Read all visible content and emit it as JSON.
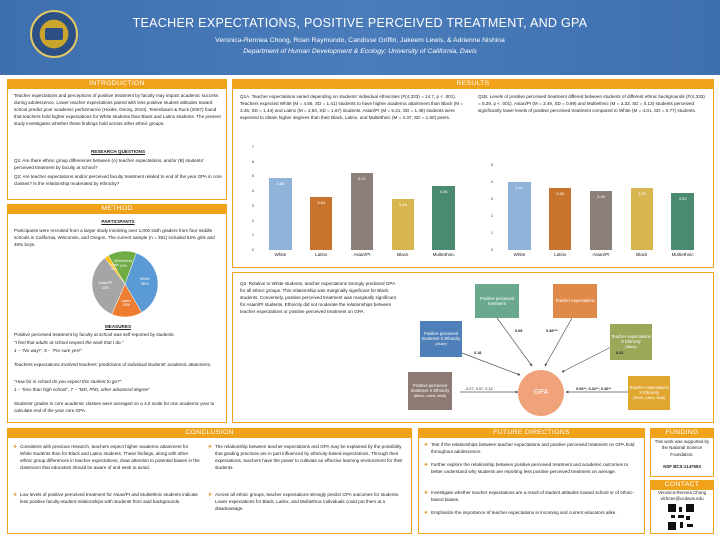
{
  "header": {
    "title": "TEACHER EXPECTATIONS, POSITIVE PERCEIVED TREATMENT, AND GPA",
    "authors": "Veronica-Rennea Chong, Roan Raymundo, Candisse Griffin, Jakeem Lewis, & Adrienne Nishina",
    "dept": "Department of Human Development & Ecology; University of California, Davis"
  },
  "intro": {
    "heading": "INTRODUCTION",
    "para": "Teacher expectations and perceptions of positive treatment by faculty may impact academic success during adolescence. Lower teacher expectations paired with less positive student attitudes toward school predict poor academic performance (Hooks, Denny, 2010). Tenenbaum & Ruck (2007) found that teachers hold higher expectations for White students than Black and Latinx students. The present study investigates whether these findings hold across other ethnic groups.",
    "rq_heading": "RESEARCH QUESTIONS",
    "q1": "Q1: Are there ethnic group differences between (A) teacher expectations, and/or (B) students' perceived treatment by faculty at school?",
    "q2": "Q2: Are teacher expectations and/or perceived faculty treatment related to end of the year GPA in core classes? Is the relationship moderated by ethnicity?"
  },
  "method": {
    "heading": "METHOD",
    "part_heading": "PARTICIPANTS",
    "participants": "Participants were recruited from a larger study involving over 1,000 sixth graders from four middle schools in California, Wisconsin, and Oregon. The current sample (n = 361) included 52% girls and 48% boys.",
    "measures_heading": "MEASURES",
    "m1": "Positive perceived treatment by faculty at school was self-reported by students.",
    "m1_quote": "\"I feel that adults at school respect the work that I do.\"",
    "m1_scale": "1 – \"No way!\", 5 – \"For sure yes!\"",
    "m2": "Teachers expectations involved teachers' predictions of individual students' academic attainment.",
    "m2_quote": "\"How far in school do you expect this student to go?\"",
    "m2_scale": "1 – \"less than high school\", 7 – \"MD, PhD, other advanced degree\"",
    "m3": "Students' grades in core academic classes were averaged on a 4.0 scale for one academic year to calculate end of the year core GPA."
  },
  "pie": {
    "slices": [
      {
        "label": "White",
        "pct_label": "36%",
        "value": 36,
        "color": "#5b9bd5"
      },
      {
        "label": "Latinx",
        "pct_label": "15%",
        "value": 15,
        "color": "#ed7d31"
      },
      {
        "label": "Asian/PI",
        "pct_label": "33%",
        "value": 33,
        "color": "#a5a5a5"
      },
      {
        "label": "Black",
        "pct_label": "2%",
        "value": 2,
        "color": "#ffc000"
      },
      {
        "label": "Multiethnic",
        "pct_label": "14%",
        "value": 14,
        "color": "#70ad47"
      }
    ]
  },
  "results": {
    "heading": "RESULTS",
    "q1a": "Q1A. Teacher expectations varied depending on students' individual ethnicities (F(4,333) = 14.7, p < .001). Teachers expected White (M = 4.86, SD = 1.41) students to have higher academic attainment than Black (M = 3.46, SD = 1.44) and Latinx (M = 3.63, SD = 1.67) students. Asian/PI (M = 5.21, SD = 1.48) students were expected to obtain higher degrees than their Black, Latinx, and Multiethnic (M = 4.37, SD = 1.60) peers.",
    "q1b": "Q1B. Levels of positive perceived treatment differed between students of different ethnic backgrounds (F(4,333) = 5.29, p < .001). Asian/PI (M = 3.49, SD = 0.99) and Multiethnic (M = 3.33, SD = 0.13) students perceived significantly lower levels of positive perceived treatment compared to White (M = 4.01, SD = 0.77) students.",
    "q2": "Q2. Relative to White students, teacher expectations strongly predicted GPA for all ethnic groups. This relationship was marginally significant for Black students. Conversely, positive perceived treatment was marginally significant for Asian/PI students. Ethnicity did not moderate the relationships between teacher expectations or positive perceived treatment on GPA."
  },
  "chart_data": [
    {
      "type": "bar",
      "categories": [
        "White",
        "Latinx",
        "Asian/PI",
        "Black",
        "Multiethnic"
      ],
      "values": [
        4.86,
        3.63,
        5.21,
        3.46,
        4.36
      ],
      "labels": [
        "4.86",
        "3.63",
        "5.21",
        "3.46",
        "4.36"
      ],
      "ylim": [
        0,
        7
      ],
      "yticks": [
        0,
        1,
        2,
        3,
        4,
        5,
        6,
        7
      ],
      "colors": [
        "#8fb3d9",
        "#c8742c",
        "#8c7f7a",
        "#d8b64f",
        "#4a8a6e"
      ],
      "title": "",
      "xlabel": "",
      "ylabel": ""
    },
    {
      "type": "bar",
      "categories": [
        "White",
        "Latinx",
        "Asian/PI",
        "Black",
        "Multiethnic"
      ],
      "values": [
        4.01,
        3.63,
        3.49,
        3.65,
        3.33
      ],
      "labels": [
        "4.01",
        "3.63",
        "3.49",
        "3.65",
        "3.33"
      ],
      "ylim": [
        0,
        5
      ],
      "yticks": [
        0,
        1,
        2,
        3,
        4,
        5
      ],
      "colors": [
        "#8fb3d9",
        "#c8742c",
        "#8c7f7a",
        "#d8b64f",
        "#4a8a6e"
      ],
      "title": "",
      "xlabel": "",
      "ylabel": ""
    }
  ],
  "model": {
    "n_ppt": "Positive perceived treatment",
    "n_te": "Teacher expectations",
    "n_pptx": "Positive perceived treatment X Ethnicity",
    "n_pptx_sub": "(Asian)",
    "n_tex1": "Teacher expectations X Ethnicity",
    "n_tex1_sub": "(Black)",
    "n_pptx2": "Positive perceived treatment X Ethnicity",
    "n_pptx2_sub": "(Black, Latinx, Multi)",
    "n_tex2": "Teacher expectations X Ethnicity",
    "n_tex2_sub": "(White, Latinx, Multi)",
    "n_gpa": "GPA",
    "c1": "0.08",
    "c2": "0.38***",
    "c3": "0.18",
    "c4": "0.22",
    "c5": "-0.27, 0.07, 0.12",
    "c6": "0.06**, 0.32**, 0.36**"
  },
  "conclusion": {
    "heading": "CONCLUSION",
    "b1": "Consistent with previous research, teachers expect higher academic attainment for White students than for Black and Latinx students. These findings, along with other ethnic group differences in teacher expectations, draw attention to potential biases in the classroom that educators should be aware of and seek to avoid.",
    "b2": "Low levels of positive perceived treatment for Asian/PI and Multiethnic students indicate less positive faculty-student relationships with students from said backgrounds.",
    "b3": "The relationship between teacher expectations and GPA may be explained by the possibility that grading practices are in part influenced by ethnicity-based expectations. Through their expectations, teachers have the power to cultivate an effective learning environment for their students.",
    "b4": "Across all ethnic groups, teacher expectations strongly predict GPA outcomes for students. Lower expectations for Black, Latinx, and Multiethnic individuals could put them at a disadvantage."
  },
  "future": {
    "heading": "FUTURE DIRECTIONS",
    "b1": "Test if the relationships between teacher expectations and positive perceived treatment on GPA hold throughout adolescence.",
    "b2": "Further explore the relationship between positive perceived treatment and academic outcomes to better understand why students are reporting less positive perceived treatment on average.",
    "b3": "Investigate whether teacher expectations are a result of student attitudes toward school or of ethnic-based biases.",
    "b4": "Emphasize the importance of teacher expectations in incoming and current educators alike."
  },
  "funding": {
    "heading": "FUNDING",
    "text": "This work was supported by the National Science Foundation:",
    "grant": "NSF BCS-1147593"
  },
  "contact": {
    "heading": "CONTACT",
    "name": "Veronica-Rennea Chong",
    "email": "vlchone@ucdavis.edu"
  }
}
